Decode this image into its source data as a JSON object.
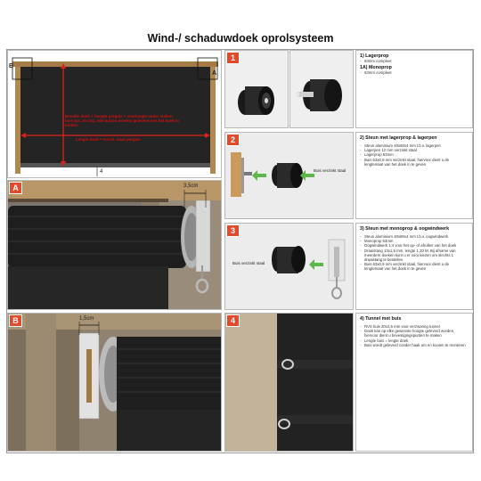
{
  "title": "Wind-/ schaduwdoek oprolsysteem",
  "overview": {
    "corner_left": "B",
    "corner_right": "A",
    "note_width": "Breedte doek + hoogte pergola + voorlangte onder steken buis (ca. 20 cm). Alle buizen worden geleverd met het doek in stralen",
    "note_length": "Lengte doek = H.O.H. maat pergola",
    "label_bottom": "4"
  },
  "panels": {
    "one": "1",
    "two": "2",
    "three": "3",
    "four": "4",
    "a": "A",
    "b": "B"
  },
  "measure_a": "3,5cm",
  "measure_b": "1,5cm",
  "arrow_label_2": "Buis verzinkt staal",
  "arrow_label_3": "Buis verzinkt staal",
  "sections": {
    "s1": {
      "title": "1) Lagerprop",
      "items": [
        "63mm compleet"
      ],
      "title_b": "1A) Monoprop",
      "items_b": [
        "63mm compleet"
      ]
    },
    "s2": {
      "title": "2) Steun met lagerprop & lagerpen",
      "items": [
        "Steun aluminium 40x80x4 mm t.b.v. lagerpen",
        "Lagerpen 12 mm verzinkt staal",
        "Lagerprop 63mm",
        "Buis 63x0,9 mm verzinkt staal, hiervoor dient u de lengtemaat van het doek in te geven"
      ]
    },
    "s3": {
      "title": "3) Steun met monoprop & oogwindwerk",
      "items": [
        "Steun aluminium 40x80x4 mm t.b.v. oogwindwerk",
        "Monoprop 63mm",
        "Oogwindwerk 1:4 voor het op- of afrollen van het doek",
        "Draaistang 13x1,5 mm, lengte 1,20 M. Bij afname van meerdere doeken kunt u er voor kiezen om slechts 1 draaistang te bestellen",
        "Buis 63x0,9 mm verzinkt staal, hiervoor dient u de lengtemaat van het doek in te geven"
      ]
    },
    "s4": {
      "title": "4) Tunnel met buis",
      "items": [
        "RVS buis 20x2,5 mm voor verzwaring tunnel",
        "Doek kan op elke gewenste hoogte geleverd worden, hiervoor dient u bevestigingspunten te maken",
        "Lengte buis = lengte doek",
        "Buis wordt geleverd zonder haak om en kooien te monteren"
      ]
    }
  },
  "colors": {
    "accent": "#e24a2b",
    "fabric": "#242424",
    "wood": "#b08850",
    "red_text": "#d01010"
  }
}
